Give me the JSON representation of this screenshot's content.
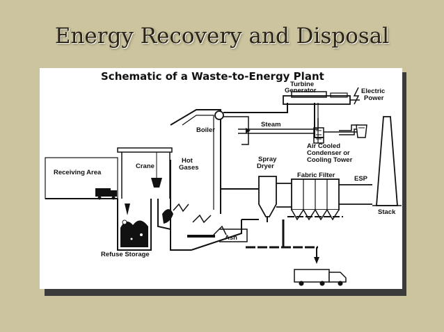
{
  "slide": {
    "title": "Energy Recovery and Disposal",
    "background_color": "#cbc49f"
  },
  "diagram": {
    "heading": "Schematic of a Waste-to-Energy Plant",
    "labels": {
      "turbine_generator_1": "Turbine",
      "turbine_generator_2": "Generator",
      "electric_power_1": "Electric",
      "electric_power_2": "Power",
      "boiler": "Boiler",
      "steam": "Steam",
      "air_cooled_1": "Air Cooled",
      "air_cooled_2": "Condenser or",
      "air_cooled_3": "Cooling Tower",
      "receiving_area": "Receiving Area",
      "crane": "Crane",
      "hot_gases_1": "Hot",
      "hot_gases_2": "Gases",
      "spray_dryer_1": "Spray",
      "spray_dryer_2": "Dryer",
      "fabric_filter": "Fabric Filter",
      "esp": "ESP",
      "stack": "Stack",
      "ash": "Ash",
      "refuse_storage": "Refuse Storage"
    }
  }
}
